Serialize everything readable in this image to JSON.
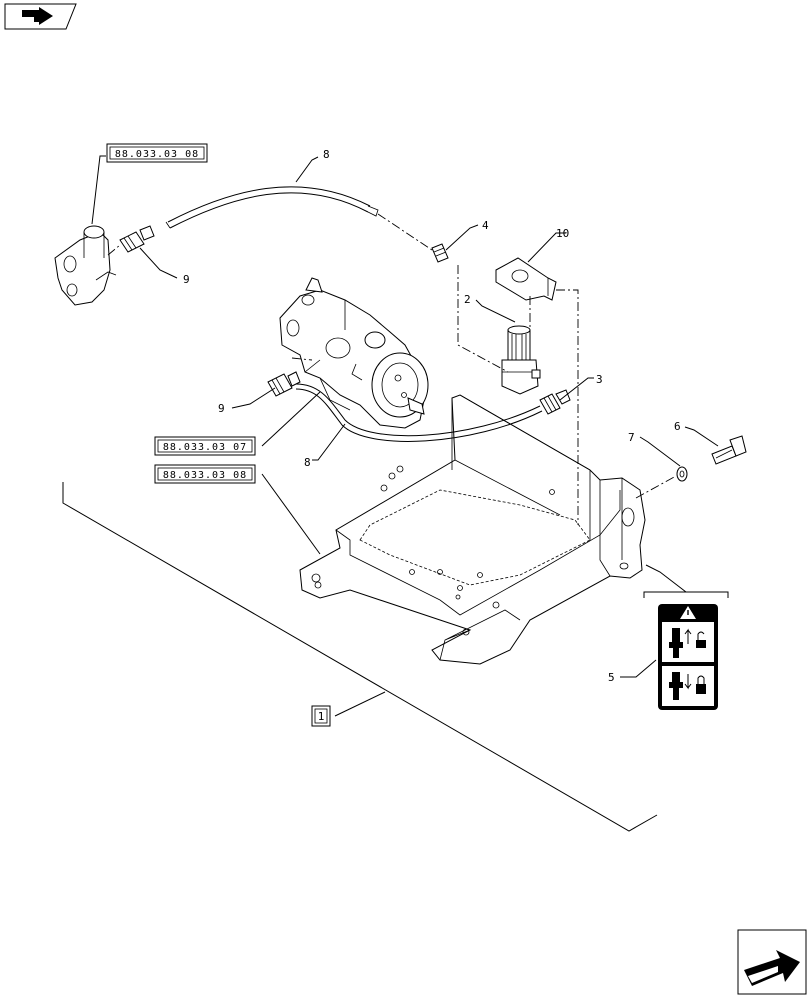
{
  "callouts": {
    "n1": "1",
    "n2": "2",
    "n3": "3",
    "n4": "4",
    "n5": "5",
    "n6": "6",
    "n7": "7",
    "n8a": "8",
    "n8b": "8",
    "n9a": "9",
    "n9b": "9",
    "n10": "10"
  },
  "references": {
    "top": "88.033.03 08",
    "mid": "88.033.03 07",
    "low": "88.033.03 08"
  },
  "icons": {
    "top_left": "book-nav-icon",
    "bottom_right": "next-page-arrow-icon",
    "decal": "warning-lock-decal-icon"
  }
}
